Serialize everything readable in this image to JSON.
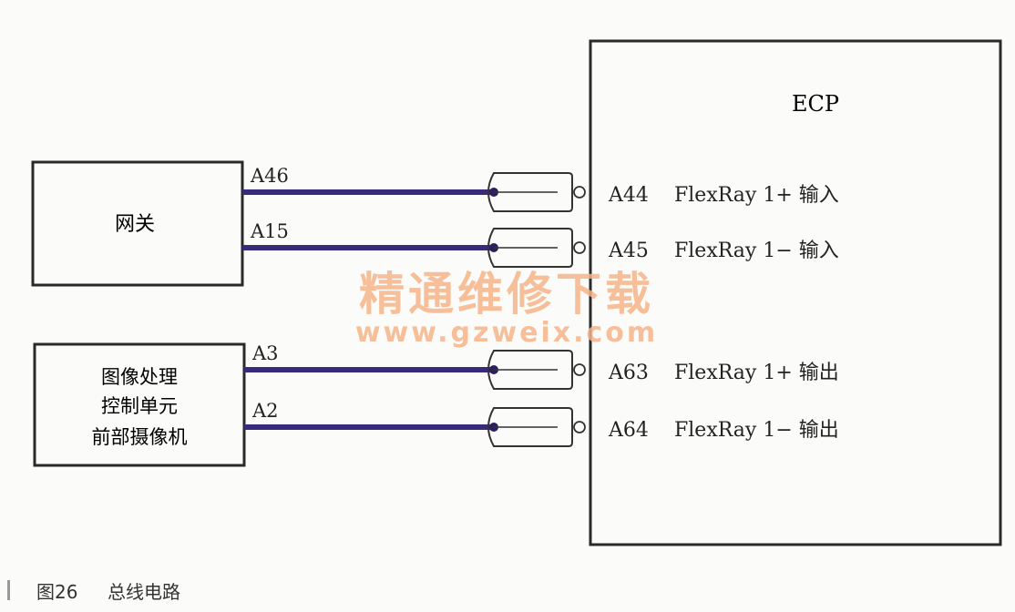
{
  "ecp": {
    "label": "ECP"
  },
  "gateway": {
    "label": "网关"
  },
  "camera": {
    "lines": [
      "图像处理",
      "控制单元",
      "前部摄像机"
    ]
  },
  "wires": [
    {
      "from_pin": "A46",
      "to_pin": "A44",
      "signal": "FlexRay 1+ 输入"
    },
    {
      "from_pin": "A15",
      "to_pin": "A45",
      "signal": "FlexRay 1− 输入"
    },
    {
      "from_pin": "A3",
      "to_pin": "A63",
      "signal": "FlexRay 1+ 输出"
    },
    {
      "from_pin": "A2",
      "to_pin": "A64",
      "signal": "FlexRay 1− 输出"
    }
  ],
  "watermark": {
    "title": "精通维修下载",
    "url": "www.gzweix.com"
  },
  "caption": {
    "figure": "图26",
    "title": "总线电路"
  },
  "colors": {
    "wire": "#3a2a7a",
    "wire_dark": "#2c1e60",
    "watermark": "#f5b48a"
  }
}
